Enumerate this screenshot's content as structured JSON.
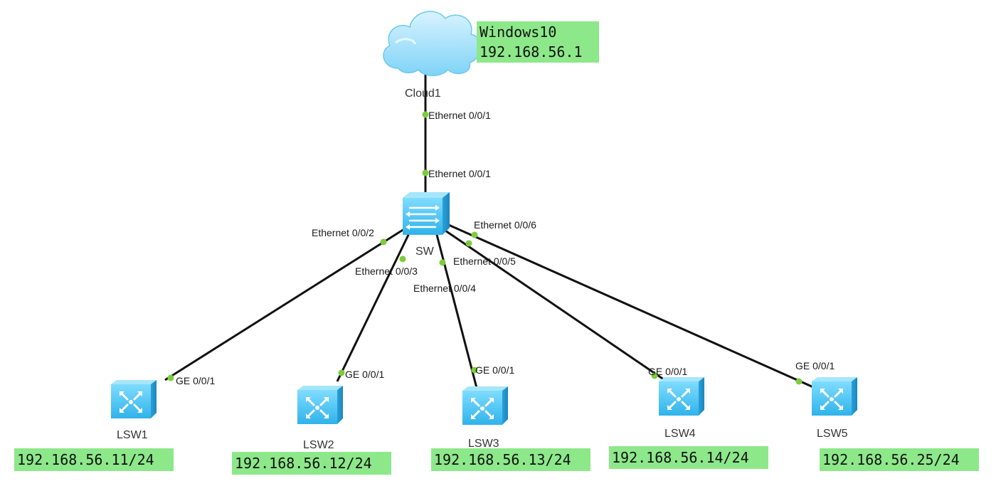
{
  "cloud": {
    "label": "Cloud1",
    "port": "Ethernet 0/0/1"
  },
  "core_switch": {
    "label": "SW",
    "ports": {
      "up": "Ethernet 0/0/1",
      "p2": "Ethernet 0/0/2",
      "p3": "Ethernet 0/0/3",
      "p4": "Ethernet 0/0/4",
      "p5": "Ethernet 0/0/5",
      "p6": "Ethernet 0/0/6"
    }
  },
  "note": {
    "line1": "Windows10",
    "line2": "192.168.56.1"
  },
  "access_switches": [
    {
      "label": "LSW1",
      "port": "GE 0/0/1",
      "ip": "192.168.56.11/24"
    },
    {
      "label": "LSW2",
      "port": "GE 0/0/1",
      "ip": "192.168.56.12/24"
    },
    {
      "label": "LSW3",
      "port": "GE 0/0/1",
      "ip": "192.168.56.13/24"
    },
    {
      "label": "LSW4",
      "port": "GE 0/0/1",
      "ip": "192.168.56.14/24"
    },
    {
      "label": "LSW5",
      "port": "GE 0/0/1",
      "ip": "192.168.56.25/24"
    }
  ],
  "colors": {
    "link": "#111111",
    "port_dot": "#7ccc3c",
    "highlight": "#8de88a",
    "device": "#4fc3f0"
  }
}
